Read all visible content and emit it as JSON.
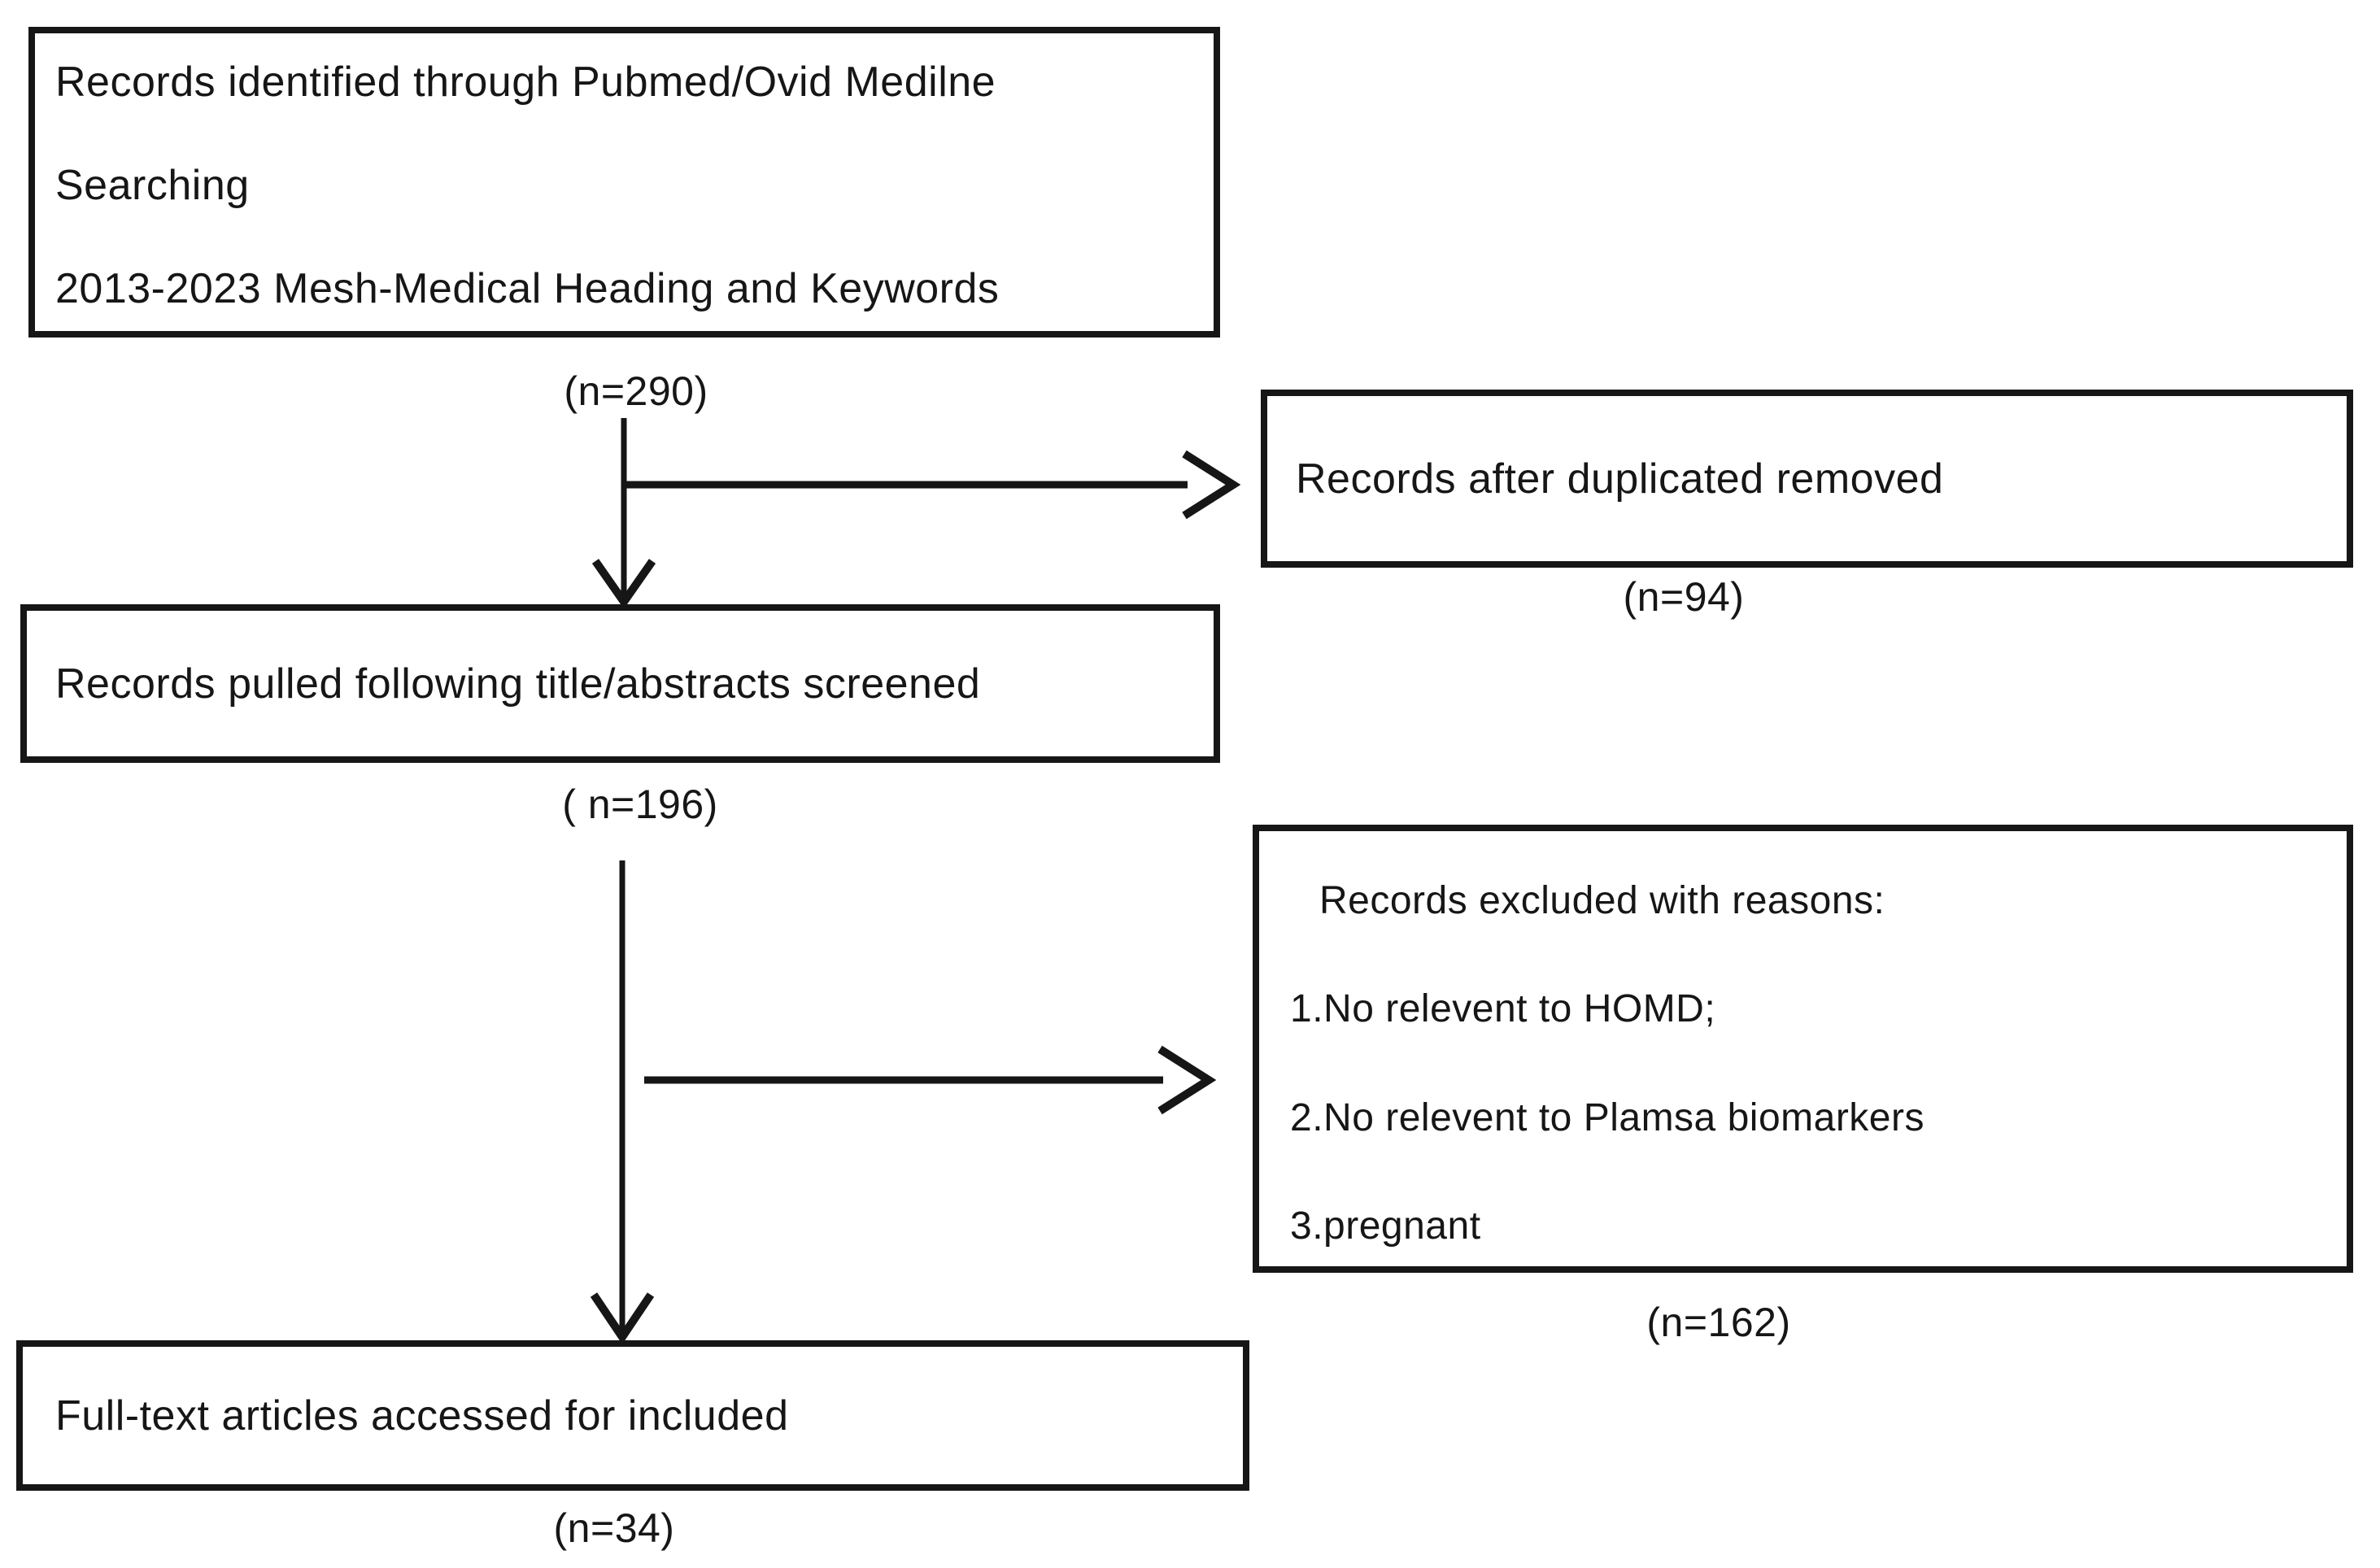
{
  "colors": {
    "ink": "#161616",
    "paper": "#ffffff"
  },
  "flowchart": {
    "identification": {
      "lines": [
        "Records identified through Pubmed/Ovid Medilne",
        "Searching",
        "2013-2023 Mesh-Medical Heading and Keywords"
      ],
      "count": "(n=290)"
    },
    "duplicates_removed": {
      "text": "Records after duplicated removed",
      "count": "(n=94)"
    },
    "screened": {
      "text": "Records pulled following title/abstracts screened",
      "count": "( n=196)"
    },
    "excluded": {
      "title": "Records excluded with reasons:",
      "reasons": [
        "1.No relevent to HOMD;",
        "2.No relevent to Plamsa biomarkers",
        "3.pregnant"
      ],
      "count": "(n=162)"
    },
    "full_text": {
      "text": "Full-text articles accessed for included",
      "count": "(n=34)"
    }
  }
}
